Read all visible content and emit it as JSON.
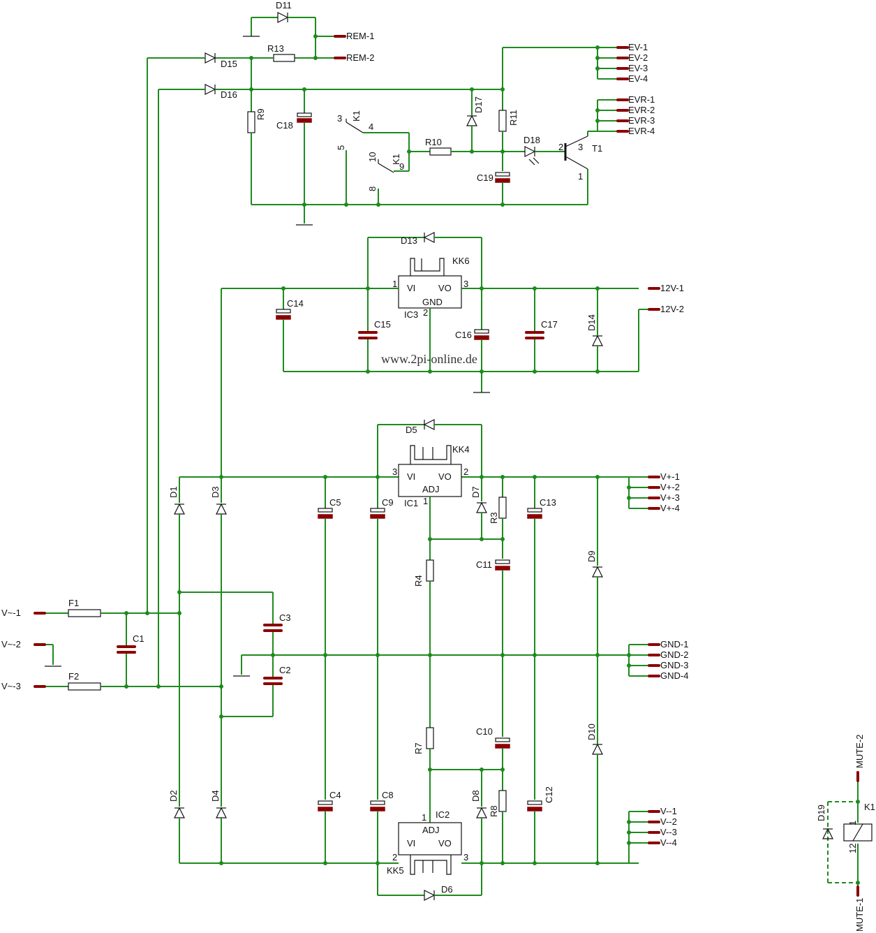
{
  "watermark": "www.2pi-online.de",
  "connectors": {
    "rem": [
      "REM-1",
      "REM-2"
    ],
    "ev": [
      "EV-1",
      "EV-2",
      "EV-3",
      "EV-4"
    ],
    "evr": [
      "EVR-1",
      "EVR-2",
      "EVR-3",
      "EVR-4"
    ],
    "v12": [
      "12V-1",
      "12V-2"
    ],
    "vplus": [
      "V+-1",
      "V+-2",
      "V+-3",
      "V+-4"
    ],
    "gnd": [
      "GND-1",
      "GND-2",
      "GND-3",
      "GND-4"
    ],
    "vminus": [
      "V--1",
      "V--2",
      "V--3",
      "V--4"
    ],
    "vac": [
      "V~-1",
      "V~-2",
      "V~-3"
    ],
    "mute": [
      "MUTE-2",
      "MUTE-1"
    ]
  },
  "parts": {
    "D11": "D11",
    "R13": "R13",
    "D15": "D15",
    "D16": "D16",
    "R9": "R9",
    "C18": "C18",
    "K1": "K1",
    "R10": "R10",
    "D17": "D17",
    "R11": "R11",
    "D18": "D18",
    "C19": "C19",
    "T1": "T1",
    "D13": "D13",
    "KK6": "KK6",
    "C14": "C14",
    "C15": "C15",
    "IC3": "IC3",
    "C16": "C16",
    "C17": "C17",
    "D14": "D14",
    "D5": "D5",
    "KK4": "KK4",
    "D1": "D1",
    "D3": "D3",
    "C5": "C5",
    "C9": "C9",
    "IC1": "IC1",
    "D7": "D7",
    "R3": "R3",
    "C13": "C13",
    "C11": "C11",
    "R4": "R4",
    "D9": "D9",
    "F1": "F1",
    "F2": "F2",
    "C1": "C1",
    "C3": "C3",
    "C2": "C2",
    "R7": "R7",
    "C10": "C10",
    "D10": "D10",
    "D2": "D2",
    "D4": "D4",
    "C4": "C4",
    "C8": "C8",
    "D8": "D8",
    "R8": "R8",
    "C12": "C12",
    "IC2": "IC2",
    "KK5": "KK5",
    "D6": "D6",
    "D19": "D19"
  },
  "pins": {
    "vi": "VI",
    "vo": "VO",
    "gnd": "GND",
    "adj": "ADJ",
    "k1_3": "3",
    "k1_4": "4",
    "k1_5": "5",
    "k1_10": "10",
    "k1_9": "9",
    "k1_8": "8",
    "t1_1": "1",
    "t1_2": "2",
    "t1_3": "3",
    "ic_1": "1",
    "ic_2": "2",
    "ic_3": "3",
    "relay_1": "1",
    "relay_12": "12"
  }
}
